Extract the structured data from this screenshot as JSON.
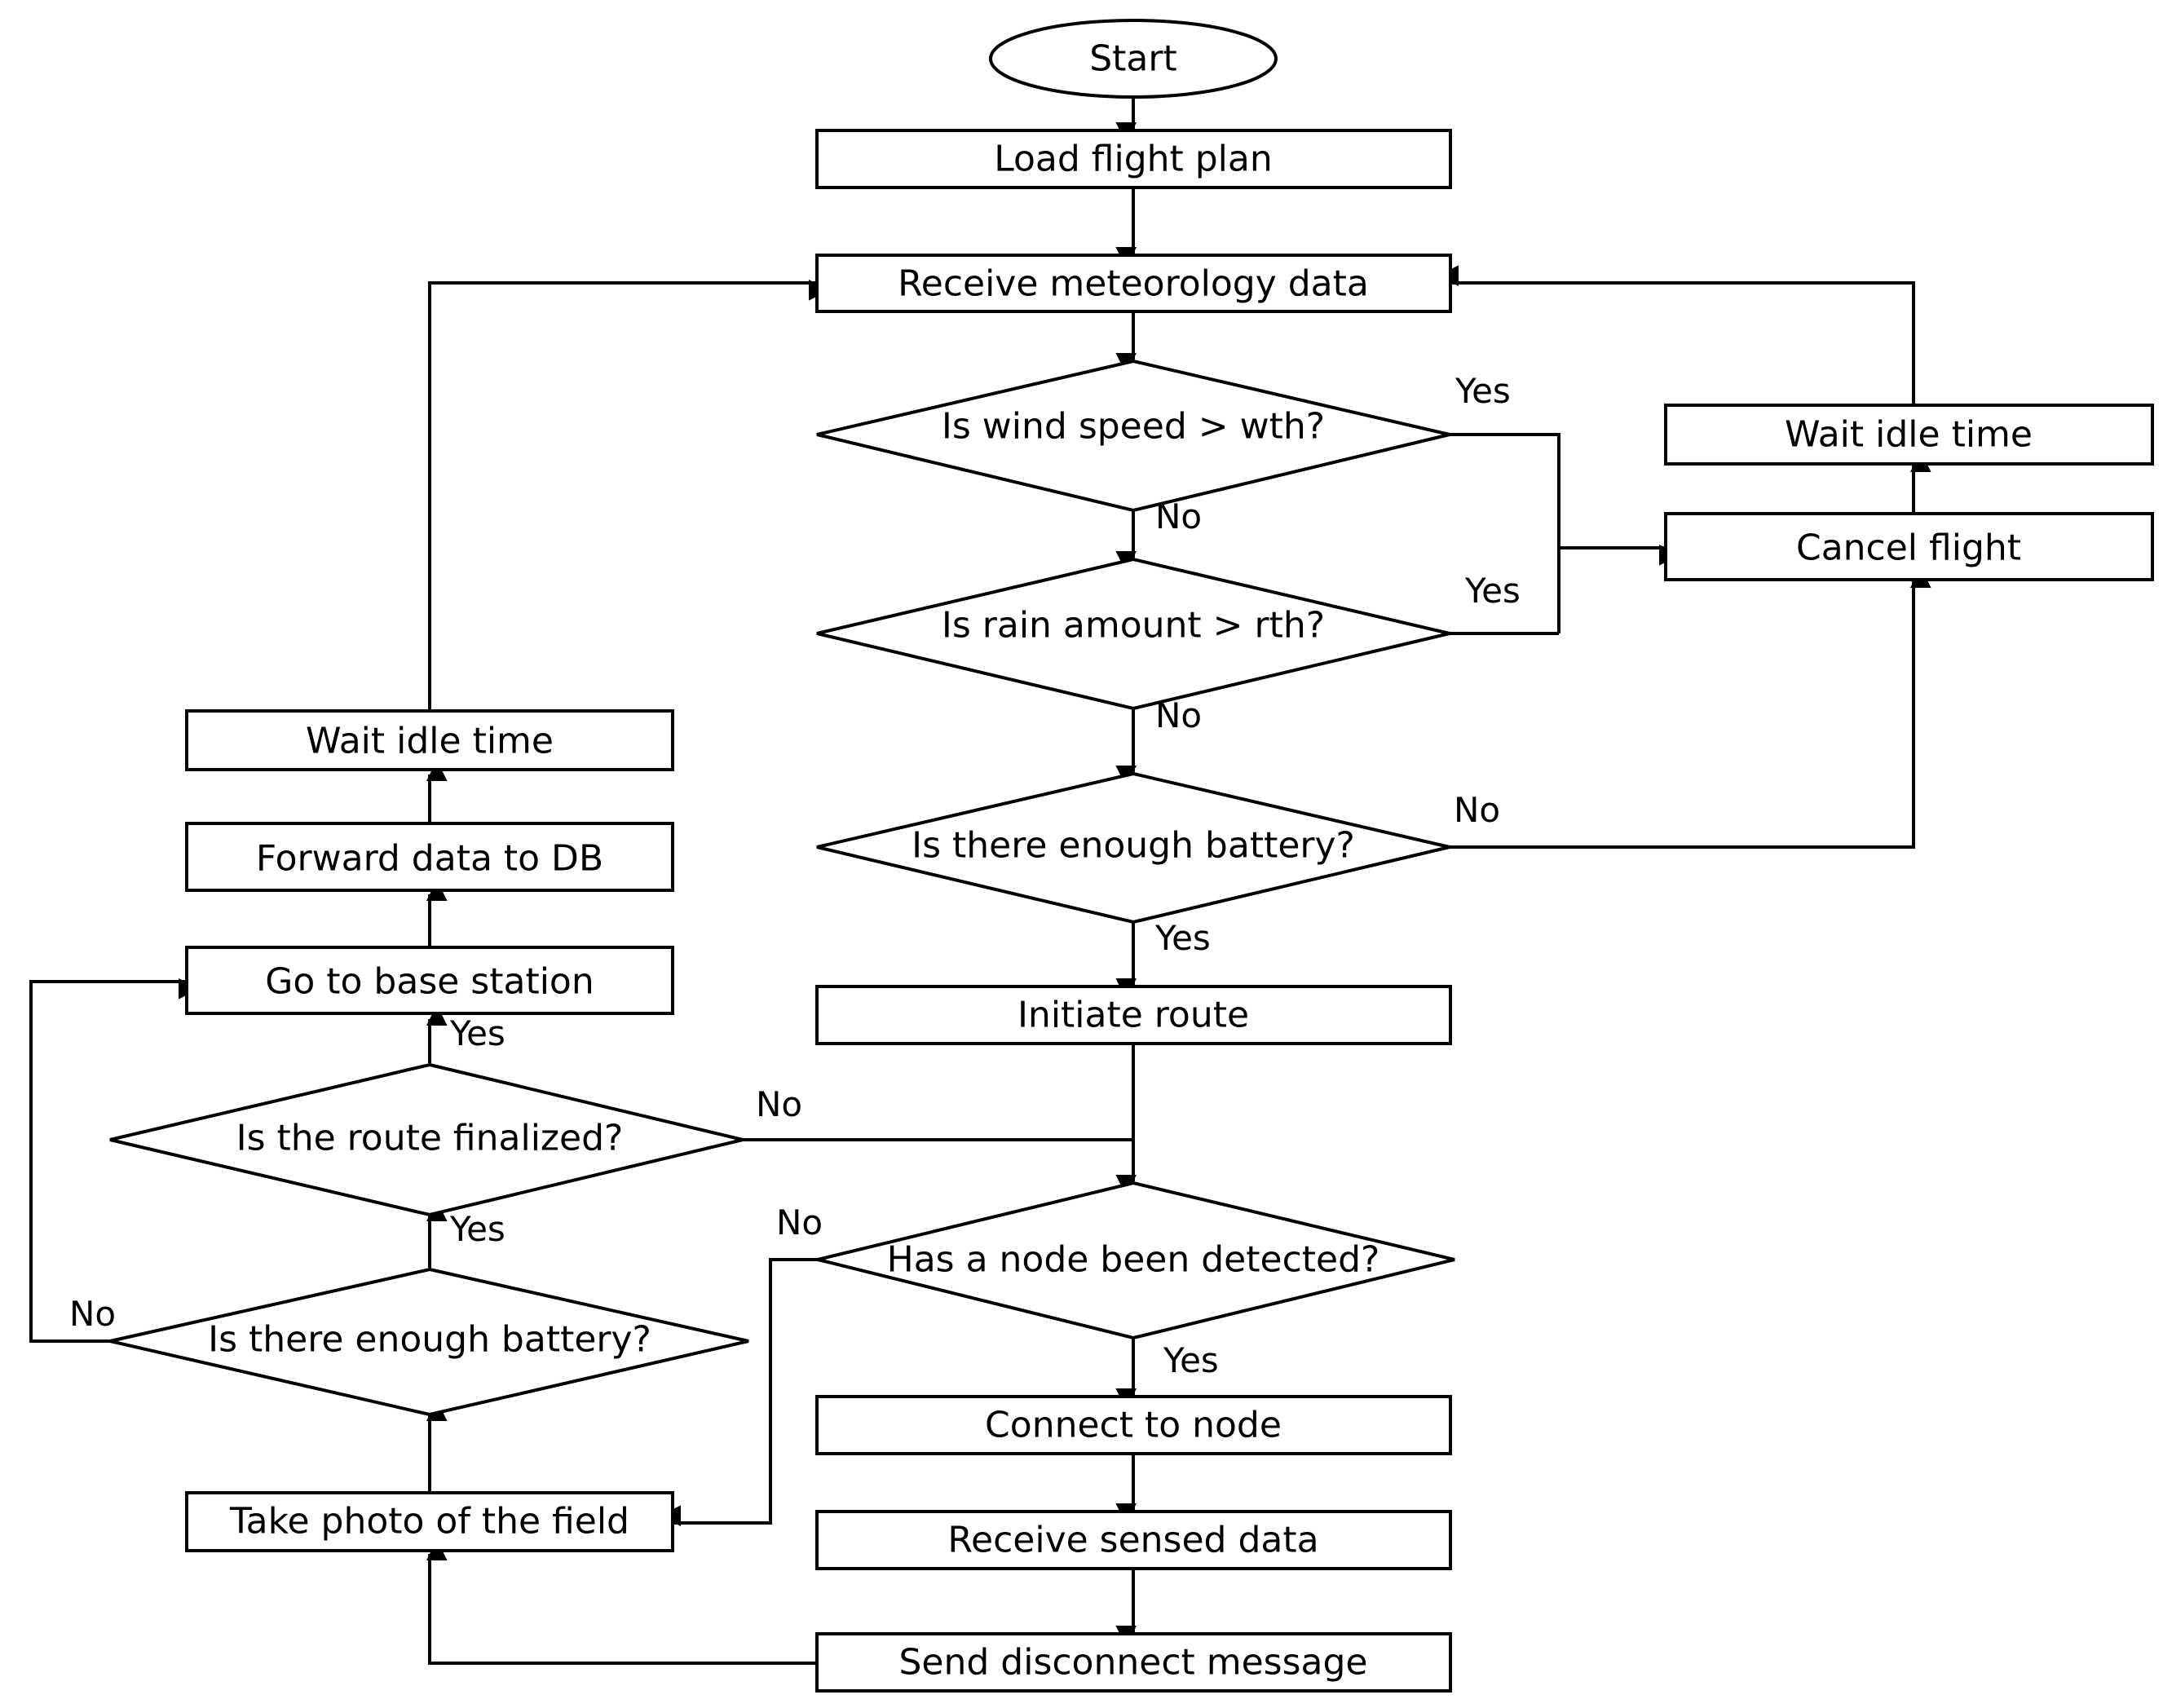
{
  "flowchart": {
    "start": "Start",
    "load_flight_plan": "Load flight plan",
    "receive_meteorology_data": "Receive meteorology data",
    "q_wind_speed": "Is wind speed > wth?",
    "q_rain_amount": "Is rain amount > rth?",
    "q_battery_main": "Is there enough battery?",
    "wait_idle_time_right": "Wait idle time",
    "cancel_flight": "Cancel flight",
    "initiate_route": "Initiate route",
    "q_node_detected": "Has a node been detected?",
    "connect_to_node": "Connect to node",
    "receive_sensed_data": "Receive sensed data",
    "send_disconnect_message": "Send disconnect message",
    "take_photo": "Take photo of the field",
    "q_battery_left": "Is there enough battery?",
    "q_route_finalized": "Is the route finalized?",
    "go_to_base_station": "Go to base station",
    "forward_data_to_db": "Forward data to DB",
    "wait_idle_time_left": "Wait idle time"
  },
  "edge_labels": {
    "wind_yes": "Yes",
    "wind_no": "No",
    "rain_yes": "Yes",
    "rain_no": "No",
    "battery_main_no": "No",
    "battery_main_yes": "Yes",
    "node_no": "No",
    "node_yes": "Yes",
    "route_no": "No",
    "route_yes": "Yes",
    "battery_left_yes": "Yes",
    "battery_left_no": "No"
  }
}
